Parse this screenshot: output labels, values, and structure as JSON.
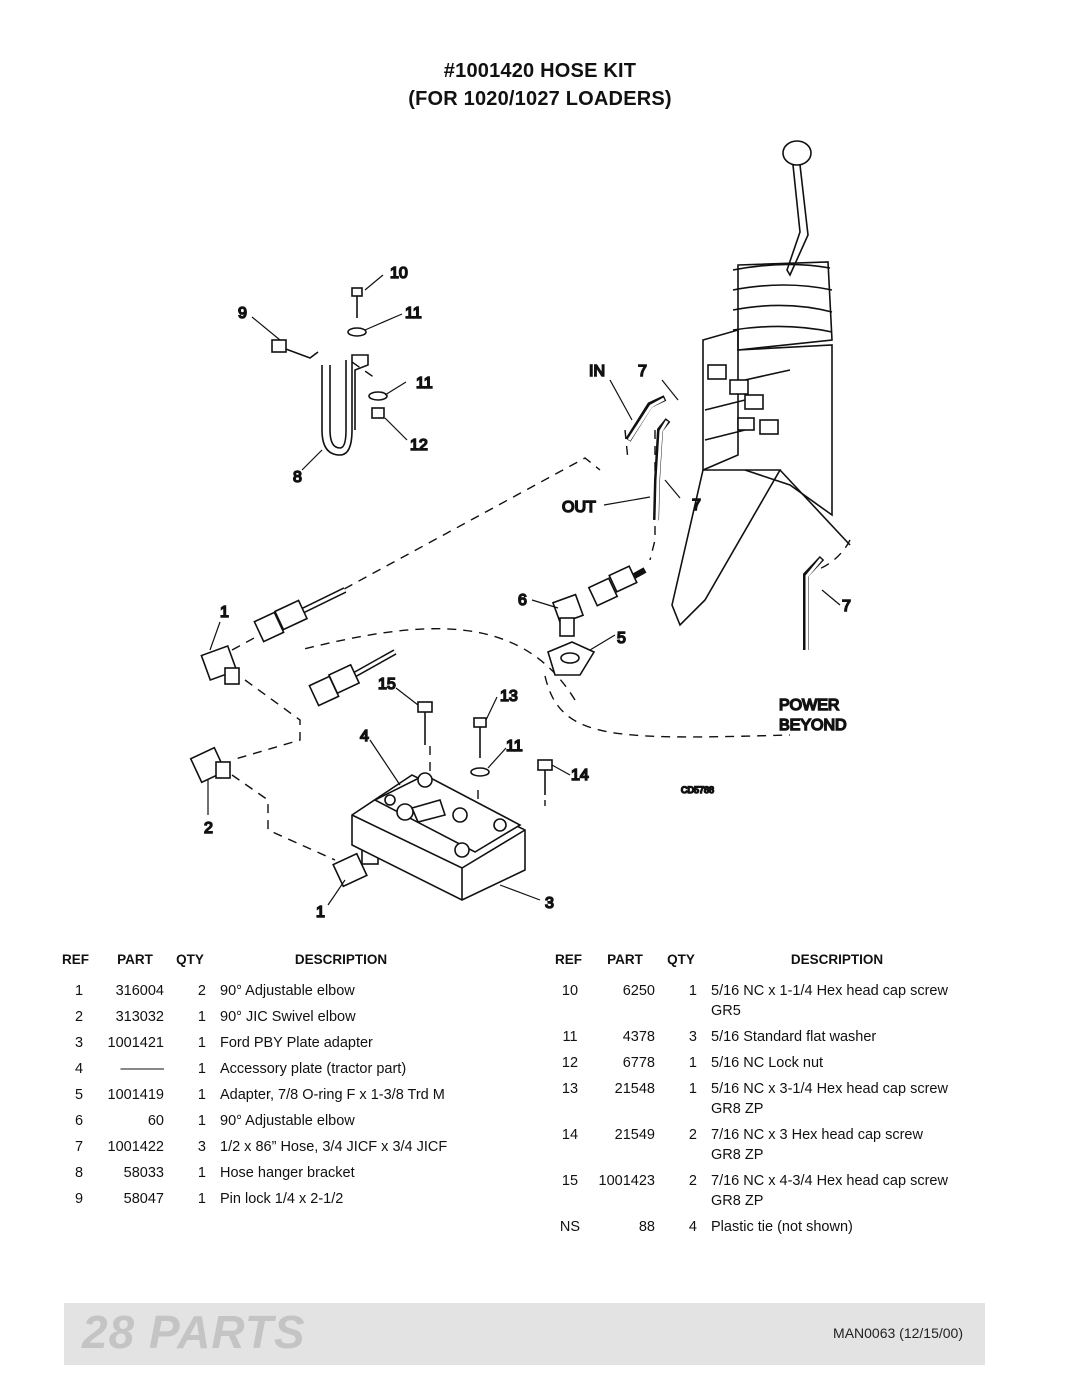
{
  "title": {
    "line1": "#1001420 HOSE KIT",
    "line2": "(FOR 1020/1027 LOADERS)"
  },
  "diagram": {
    "callouts": [
      "10",
      "9",
      "11",
      "11",
      "12",
      "8",
      "IN",
      "7",
      "OUT",
      "7",
      "1",
      "6",
      "5",
      "7",
      "15",
      "13",
      "4",
      "11",
      "14",
      "2",
      "1",
      "3"
    ],
    "power_beyond_1": "POWER",
    "power_beyond_2": "BEYOND",
    "drawing_code": "CD5788"
  },
  "table_headers": {
    "ref": "REF",
    "part": "PART",
    "qty": "QTY",
    "description": "DESCRIPTION"
  },
  "parts_left": [
    {
      "ref": "1",
      "part": "316004",
      "qty": "2",
      "desc": "90° Adjustable elbow"
    },
    {
      "ref": "2",
      "part": "313032",
      "qty": "1",
      "desc": "90° JIC Swivel elbow"
    },
    {
      "ref": "3",
      "part": "1001421",
      "qty": "1",
      "desc": "Ford PBY Plate adapter"
    },
    {
      "ref": "4",
      "part": "———",
      "qty": "1",
      "desc": "Accessory plate (tractor part)"
    },
    {
      "ref": "5",
      "part": "1001419",
      "qty": "1",
      "desc": "Adapter, 7/8 O-ring F x 1-3/8 Trd M"
    },
    {
      "ref": "6",
      "part": "60",
      "qty": "1",
      "desc": "90° Adjustable elbow"
    },
    {
      "ref": "7",
      "part": "1001422",
      "qty": "3",
      "desc": "1/2 x 86” Hose, 3/4 JICF x 3/4 JICF"
    },
    {
      "ref": "8",
      "part": "58033",
      "qty": "1",
      "desc": "Hose hanger bracket"
    },
    {
      "ref": "9",
      "part": "58047",
      "qty": "1",
      "desc": "Pin lock 1/4 x 2-1/2"
    }
  ],
  "parts_right": [
    {
      "ref": "10",
      "part": "6250",
      "qty": "1",
      "desc": "5/16 NC x 1-1/4 Hex head cap screw",
      "desc2": "GR5"
    },
    {
      "ref": "11",
      "part": "4378",
      "qty": "3",
      "desc": "5/16 Standard flat washer",
      "desc2": ""
    },
    {
      "ref": "12",
      "part": "6778",
      "qty": "1",
      "desc": "5/16 NC Lock nut",
      "desc2": ""
    },
    {
      "ref": "13",
      "part": "21548",
      "qty": "1",
      "desc": "5/16 NC x 3-1/4 Hex head cap screw",
      "desc2": "GR8 ZP"
    },
    {
      "ref": "14",
      "part": "21549",
      "qty": "2",
      "desc": "7/16 NC x 3 Hex head cap screw",
      "desc2": "GR8 ZP"
    },
    {
      "ref": "15",
      "part": "1001423",
      "qty": "2",
      "desc": "7/16 NC x 4-3/4 Hex head cap screw",
      "desc2": "GR8 ZP"
    },
    {
      "ref": "NS",
      "part": "88",
      "qty": "4",
      "desc": "Plastic tie (not shown)",
      "desc2": ""
    }
  ],
  "footer": {
    "page_label": "28 PARTS",
    "doc_id": "MAN0063 (12/15/00)"
  }
}
